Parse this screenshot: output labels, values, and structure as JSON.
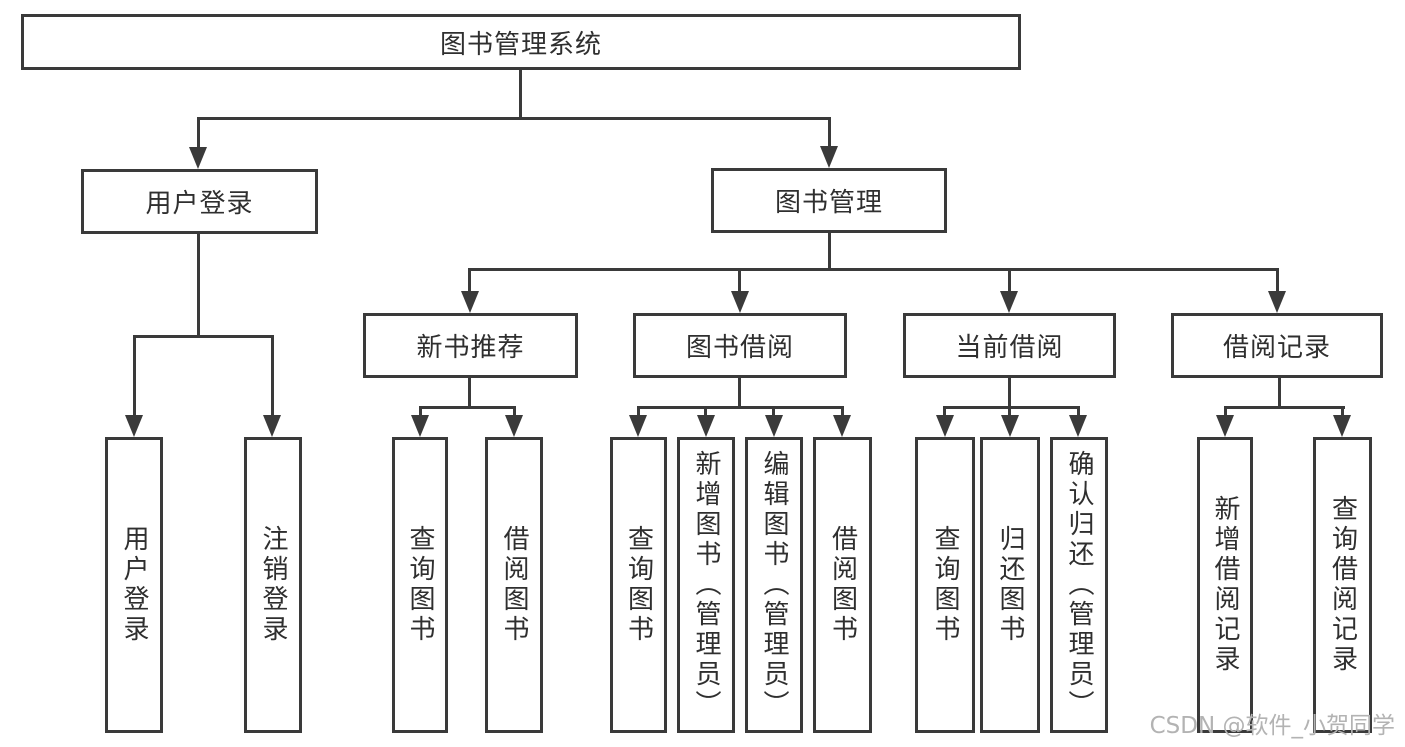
{
  "diagram": {
    "title": "图书管理系统",
    "root": {
      "label": "图书管理系统"
    },
    "branches": [
      {
        "label": "用户登录",
        "children": [
          {
            "label": "用户登录"
          },
          {
            "label": "注销登录"
          }
        ]
      },
      {
        "label": "图书管理",
        "children": [
          {
            "label": "新书推荐",
            "children": [
              {
                "label": "查询图书"
              },
              {
                "label": "借阅图书"
              }
            ]
          },
          {
            "label": "图书借阅",
            "children": [
              {
                "label": "查询图书"
              },
              {
                "label": "新增图书（管理员）"
              },
              {
                "label": "编辑图书（管理员）"
              },
              {
                "label": "借阅图书"
              }
            ]
          },
          {
            "label": "当前借阅",
            "children": [
              {
                "label": "查询图书"
              },
              {
                "label": "归还图书"
              },
              {
                "label": "确认归还（管理员）"
              }
            ]
          },
          {
            "label": "借阅记录",
            "children": [
              {
                "label": "新增借阅记录"
              },
              {
                "label": "查询借阅记录"
              }
            ]
          }
        ]
      }
    ]
  },
  "watermark": "CSDN @软件_小贺同学",
  "colors": {
    "line": "#3a3a3a",
    "text": "#2f2f2f",
    "watermark": "#b3b3b3",
    "background": "#ffffff"
  }
}
